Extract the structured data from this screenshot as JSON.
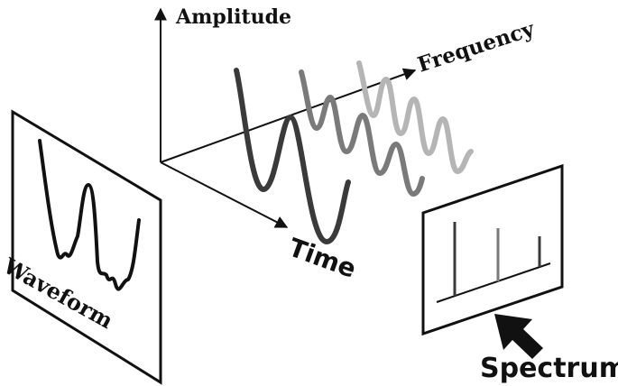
{
  "labels": {
    "amplitude": "Amplitude",
    "frequency": "Frequency",
    "time": "Time",
    "waveform": "Waveform",
    "spectrum": "Spectrum"
  },
  "colors": {
    "ink": "#111111",
    "wave_dark": "#3a3a3a",
    "wave_mid": "#7a7a7a",
    "wave_light": "#b5b5b5"
  }
}
